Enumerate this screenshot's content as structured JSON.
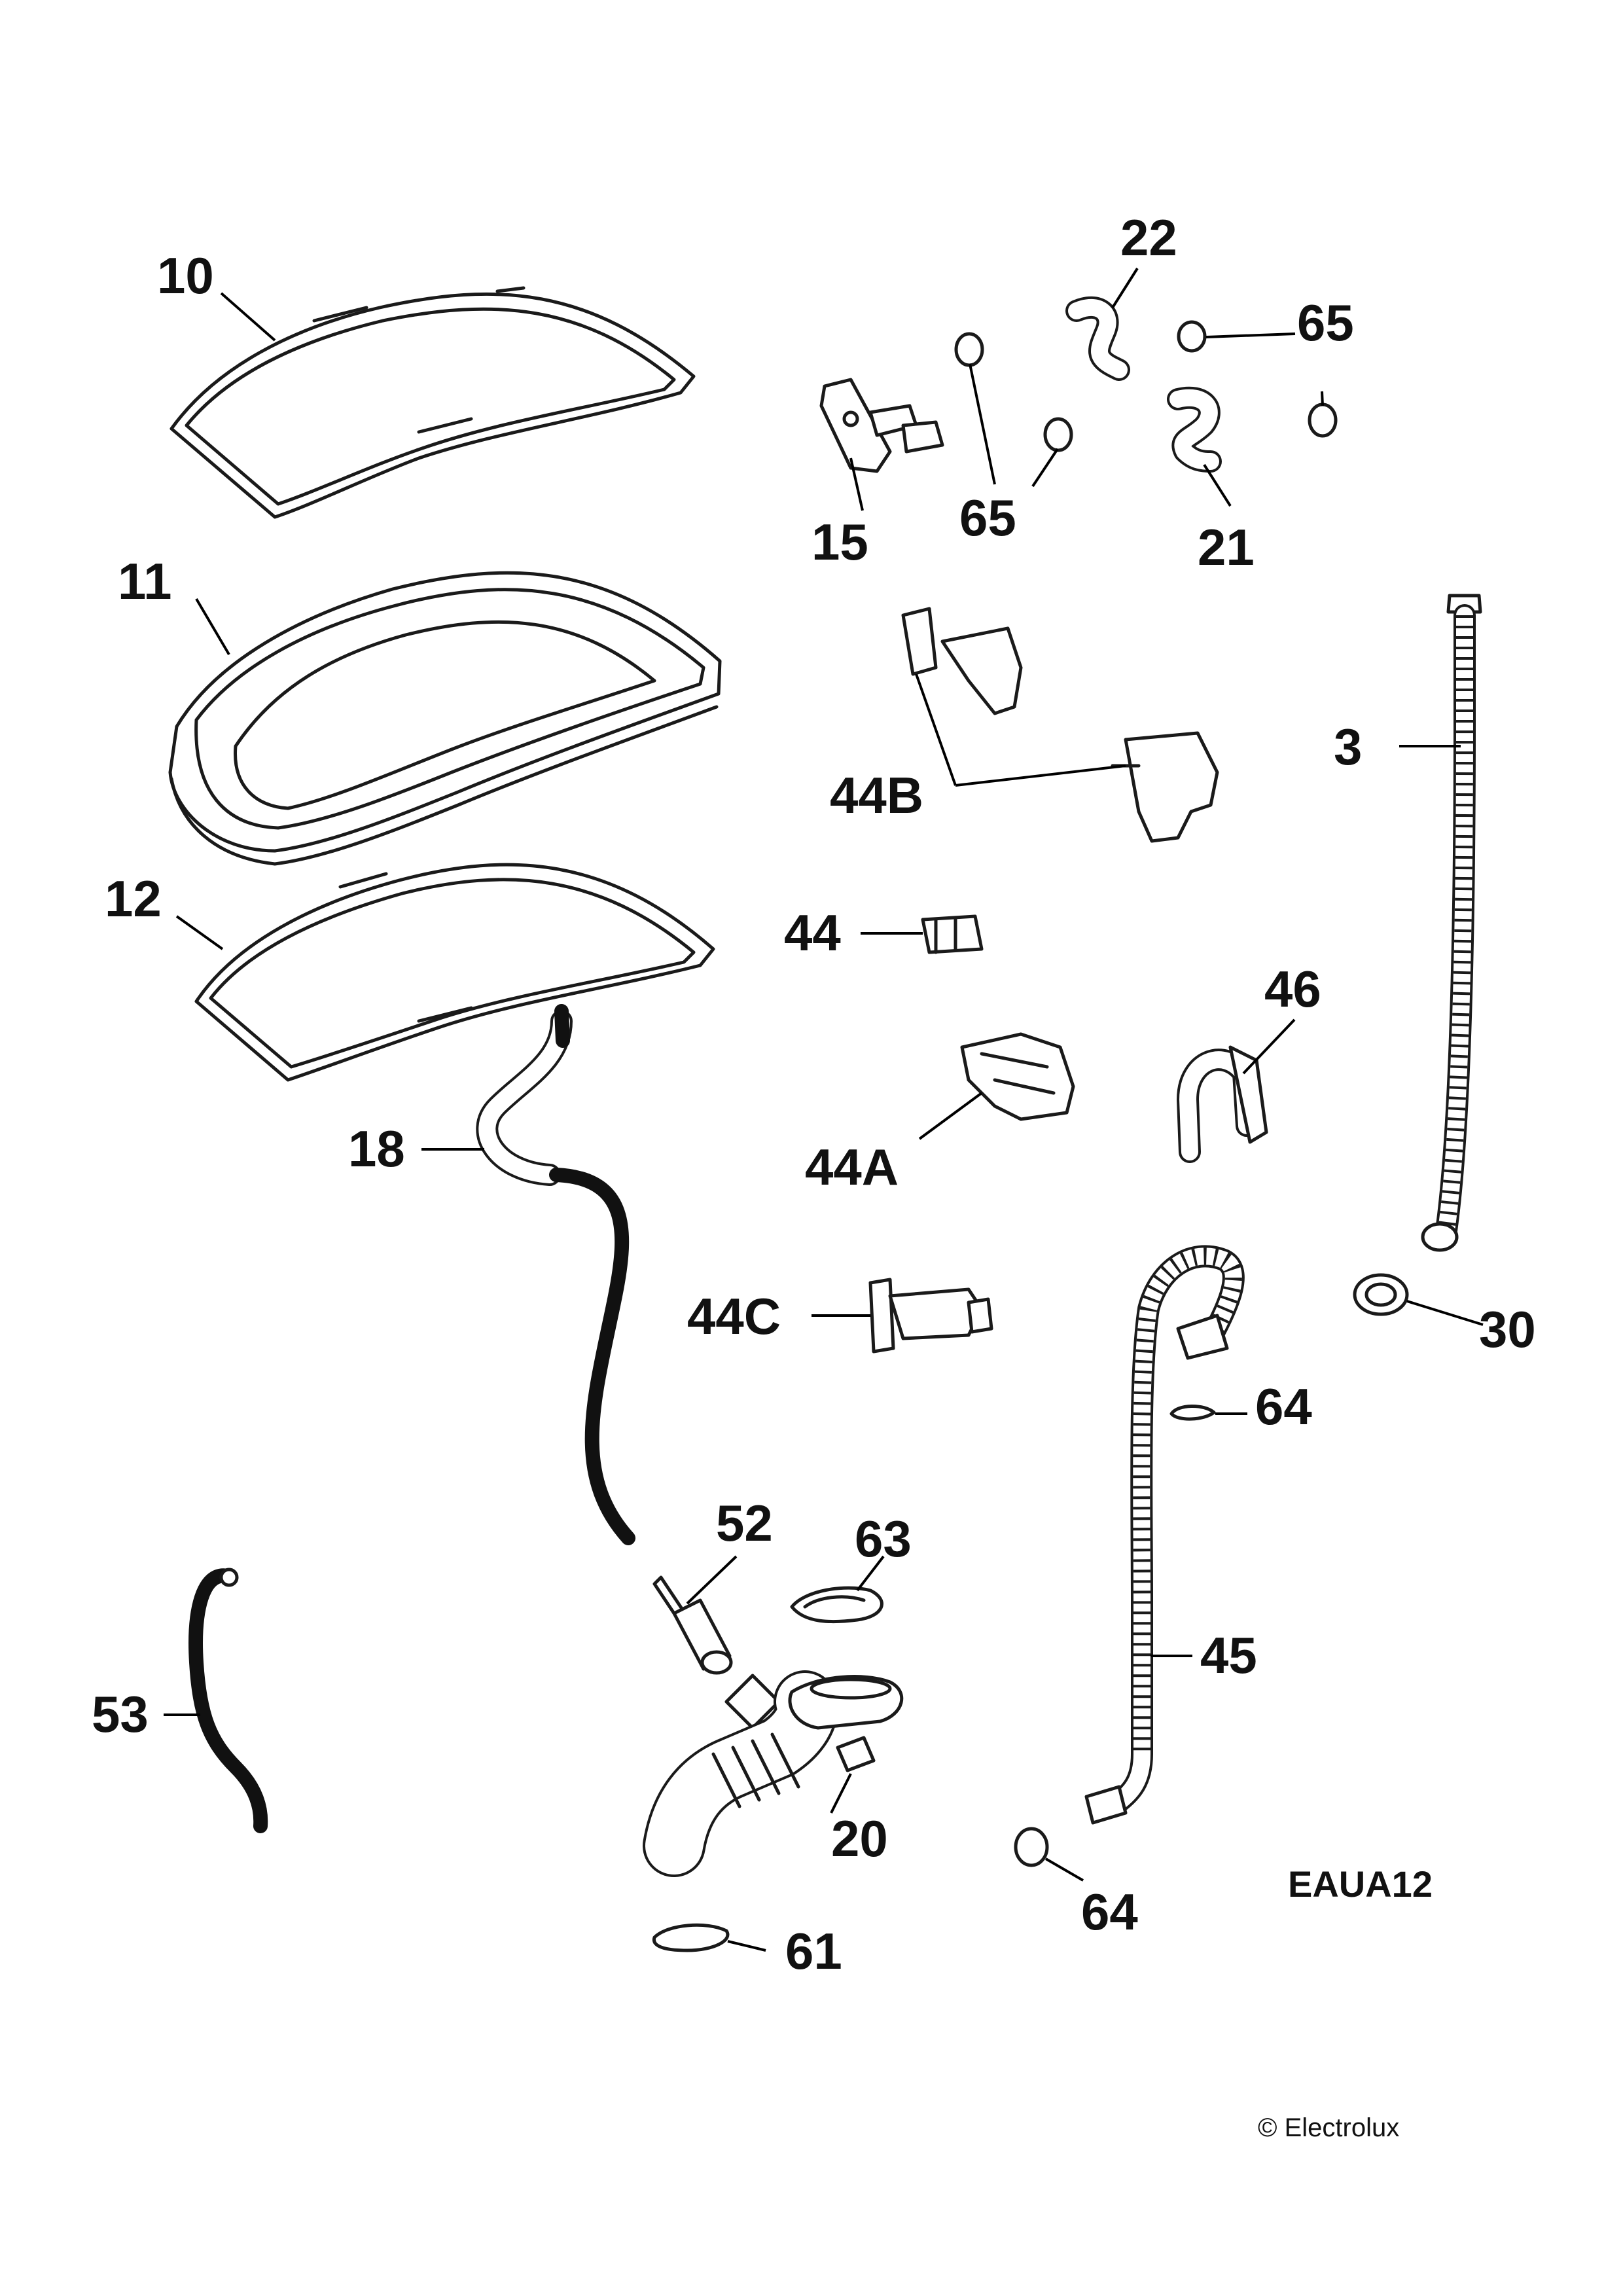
{
  "diagram_code": "EAUA12",
  "copyright": "© Electrolux",
  "callouts": {
    "c10": "10",
    "c11": "11",
    "c12": "12",
    "c15": "15",
    "c65a": "65",
    "c65b": "65",
    "c22": "22",
    "c21": "21",
    "c3": "3",
    "c44b": "44B",
    "c44": "44",
    "c46": "46",
    "c44a": "44A",
    "c18": "18",
    "c44c": "44C",
    "c30": "30",
    "c64a": "64",
    "c52": "52",
    "c63": "63",
    "c45": "45",
    "c53": "53",
    "c20": "20",
    "c64b": "64",
    "c61": "61"
  }
}
